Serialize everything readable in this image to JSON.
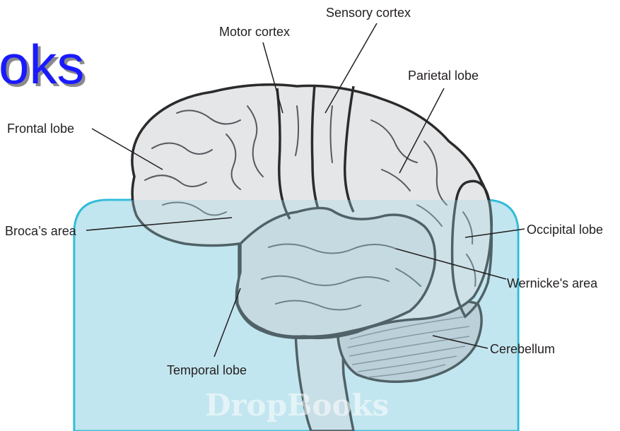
{
  "watermark": {
    "title_fragment": "oks",
    "brand": "DropBooks",
    "colors": {
      "title": "#1a1aff",
      "band": "#cdebf1",
      "band_edge": "#1fb8d6",
      "pillar": "#d7a3ad"
    }
  },
  "labels": {
    "sensory_cortex": "Sensory cortex",
    "motor_cortex": "Motor cortex",
    "parietal_lobe": "Parietal lobe",
    "frontal_lobe": "Frontal lobe",
    "brocas_area": "Broca’s area",
    "occipital_lobe": "Occipital lobe",
    "wernickes_area": "Wernicke's area",
    "cerebellum": "Cerebellum",
    "temporal_lobe": "Temporal lobe"
  },
  "colors": {
    "brain_fill": "#e4e6e8",
    "brain_outline": "#2b2b2b",
    "cerebellum_fill": "#c9cdd1",
    "leader_line": "#231f20"
  }
}
